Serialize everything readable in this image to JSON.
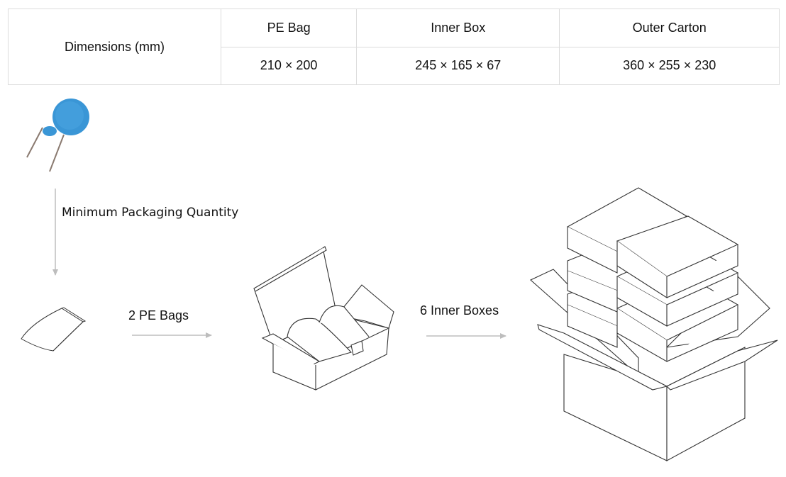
{
  "table": {
    "row_header": "Dimensions (mm)",
    "columns": [
      "PE Bag",
      "Inner Box",
      "Outer Carton"
    ],
    "values": [
      "210 × 200",
      "245 × 165 × 67",
      "360 × 255 × 230"
    ]
  },
  "flow": {
    "step1_label": "Minimum Packaging Quantity",
    "step2_label": "2 PE Bags",
    "step3_label": "6 Inner Boxes"
  },
  "colors": {
    "border": "#dcdcdc",
    "arrow": "#bdbdbd",
    "capacitor": "#3a96d6"
  }
}
